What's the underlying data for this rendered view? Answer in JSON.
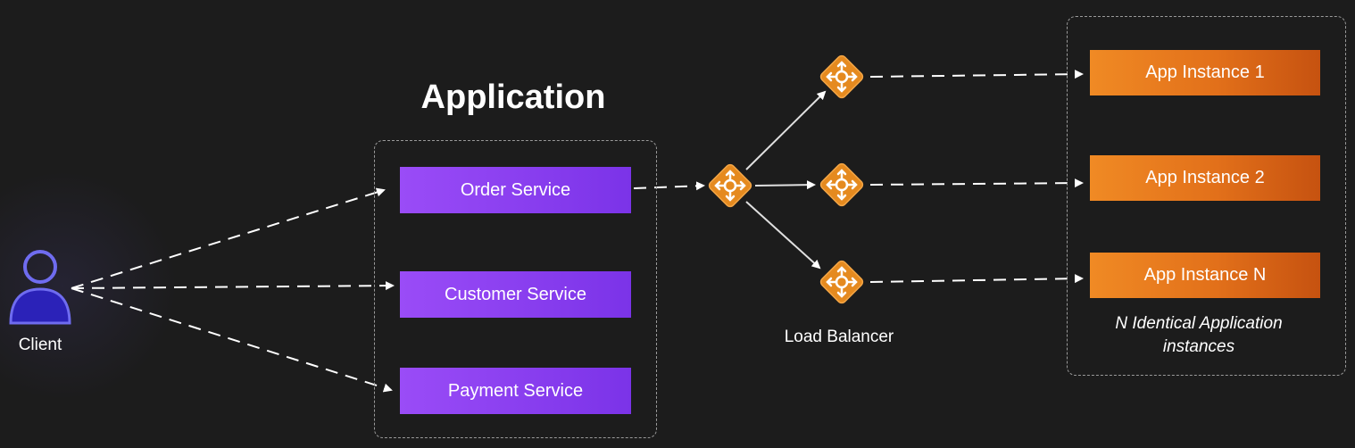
{
  "diagram": {
    "title": "Application",
    "client_label": "Client",
    "services": [
      {
        "label": "Order Service"
      },
      {
        "label": "Customer Service"
      },
      {
        "label": "Payment Service"
      }
    ],
    "load_balancer_label": "Load Balancer",
    "instances": [
      {
        "label": "App Instance 1"
      },
      {
        "label": "App Instance 2"
      },
      {
        "label": "App Instance N"
      }
    ],
    "instances_caption_line1": "N Identical Application",
    "instances_caption_line2": "instances"
  },
  "colors": {
    "background": "#1c1c1c",
    "service_fill": "#8b3ff2",
    "instance_fill": "#e2701a",
    "load_balancer_fill": "#e58a1f",
    "client_icon": "#6f6cf0",
    "connector": "#ffffff"
  },
  "icons": {
    "client": "user-icon",
    "load_balancer": "load-balancer-icon"
  }
}
